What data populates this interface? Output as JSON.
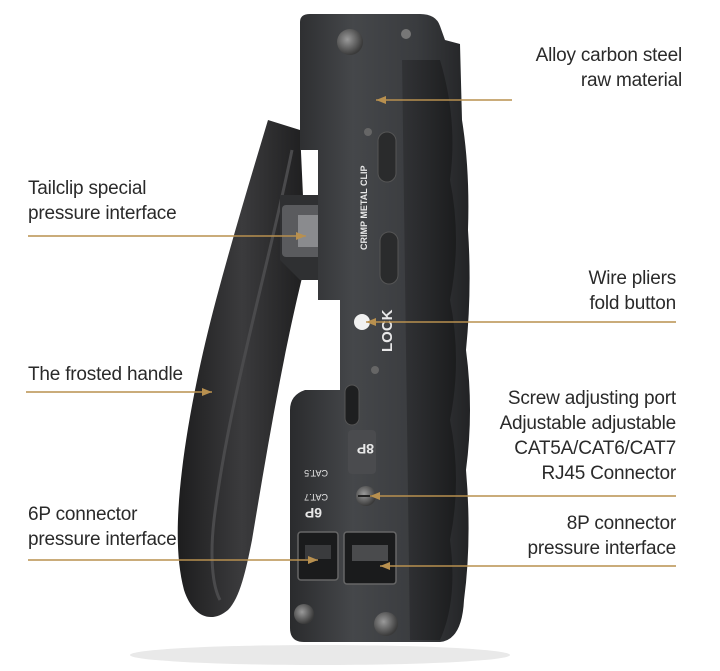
{
  "callouts": {
    "material": [
      "Alloy carbon steel",
      "raw material"
    ],
    "tailclip": [
      "Tailclip special",
      "pressure interface"
    ],
    "fold_button": [
      "Wire pliers",
      "fold button"
    ],
    "handle": [
      "The frosted handle"
    ],
    "screw_port": [
      "Screw adjusting port",
      "Adjustable adjustable",
      "CAT5A/CAT6/CAT7",
      "RJ45 Connector"
    ],
    "connector_6p": [
      "6P connector",
      "pressure interface"
    ],
    "connector_8p": [
      "8P connector",
      "pressure interface"
    ]
  },
  "tool_markings": {
    "crimp": "CRIMP METAL CLIP",
    "lock": "LOCK",
    "port_8p": "8P",
    "port_6p": "6P",
    "cat5": "CAT.5",
    "cat7": "CAT.7"
  },
  "colors": {
    "leader_line": "#b8904f",
    "tool_body": "#3a3b3d",
    "handle": "#2b2b2c",
    "text": "#2a2a2a"
  }
}
